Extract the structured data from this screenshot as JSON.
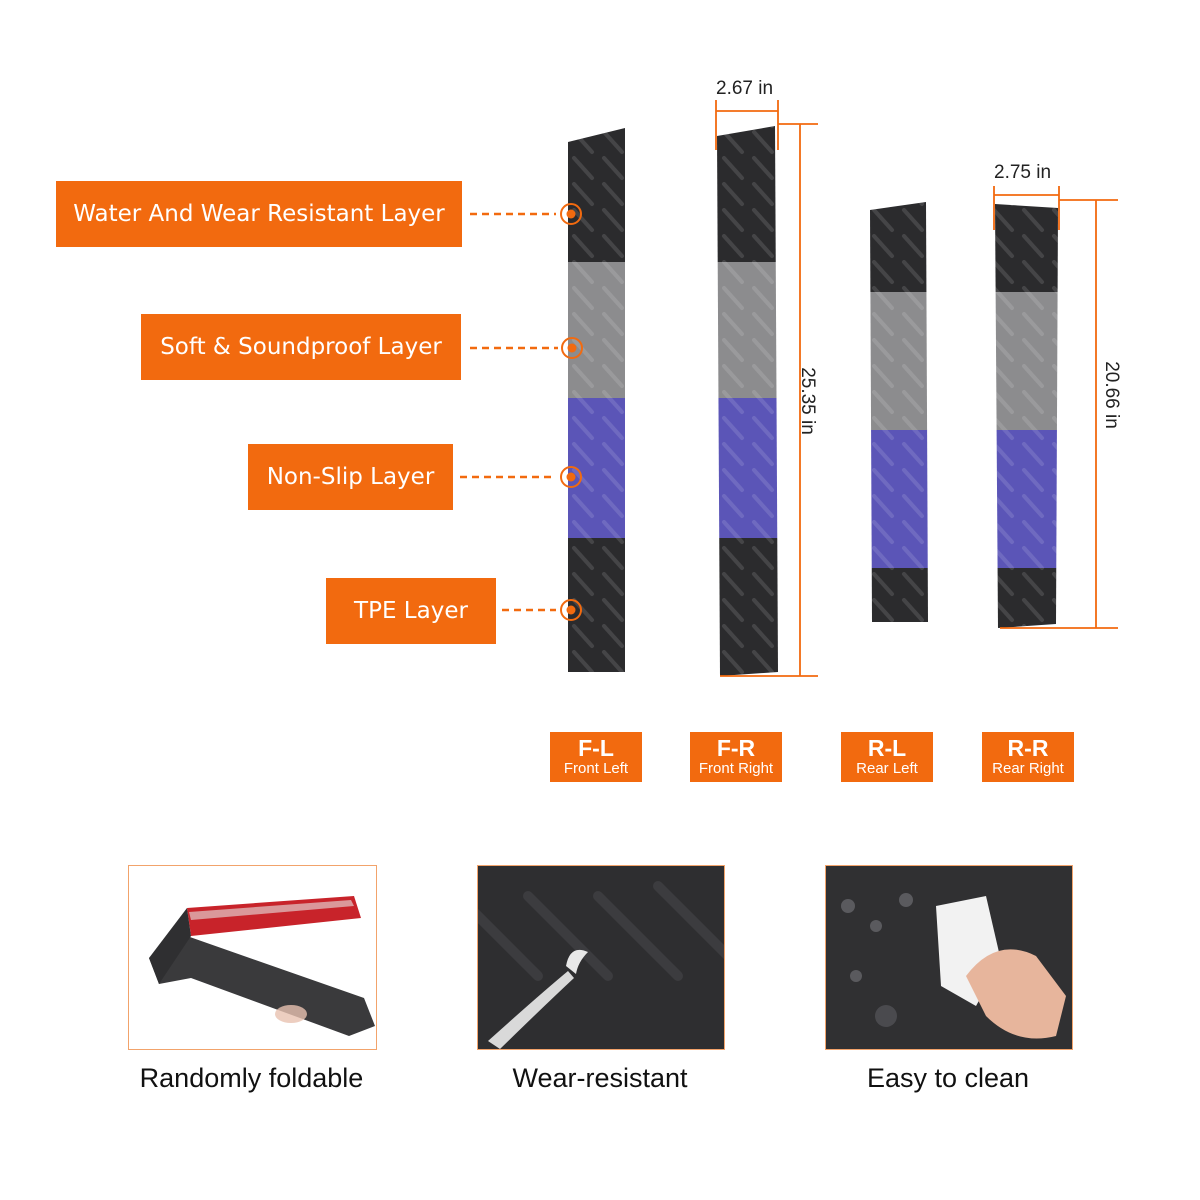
{
  "colors": {
    "accent": "#f26a0f",
    "strip_black": "#2b2b2d",
    "strip_gray": "#8c8c8e",
    "strip_purple": "#5b55b7"
  },
  "layers": [
    {
      "name": "Water And Wear Resistant Layer"
    },
    {
      "name": "Soft & Soundproof Layer"
    },
    {
      "name": "Non-Slip Layer"
    },
    {
      "name": "TPE Layer"
    }
  ],
  "dimensions": {
    "front_width": "2.67 in",
    "front_length": "25.35 in",
    "rear_width": "2.75 in",
    "rear_length": "20.66 in"
  },
  "positions": [
    {
      "code": "F-L",
      "full": "Front Left"
    },
    {
      "code": "F-R",
      "full": "Front Right"
    },
    {
      "code": "R-L",
      "full": "Rear Left"
    },
    {
      "code": "R-R",
      "full": "Rear Right"
    }
  ],
  "features": [
    {
      "caption": "Randomly foldable",
      "icon": "folded-strip-photo"
    },
    {
      "caption": "Wear-resistant",
      "icon": "scratch-test-photo"
    },
    {
      "caption": "Easy to clean",
      "icon": "wipe-clean-photo"
    }
  ]
}
